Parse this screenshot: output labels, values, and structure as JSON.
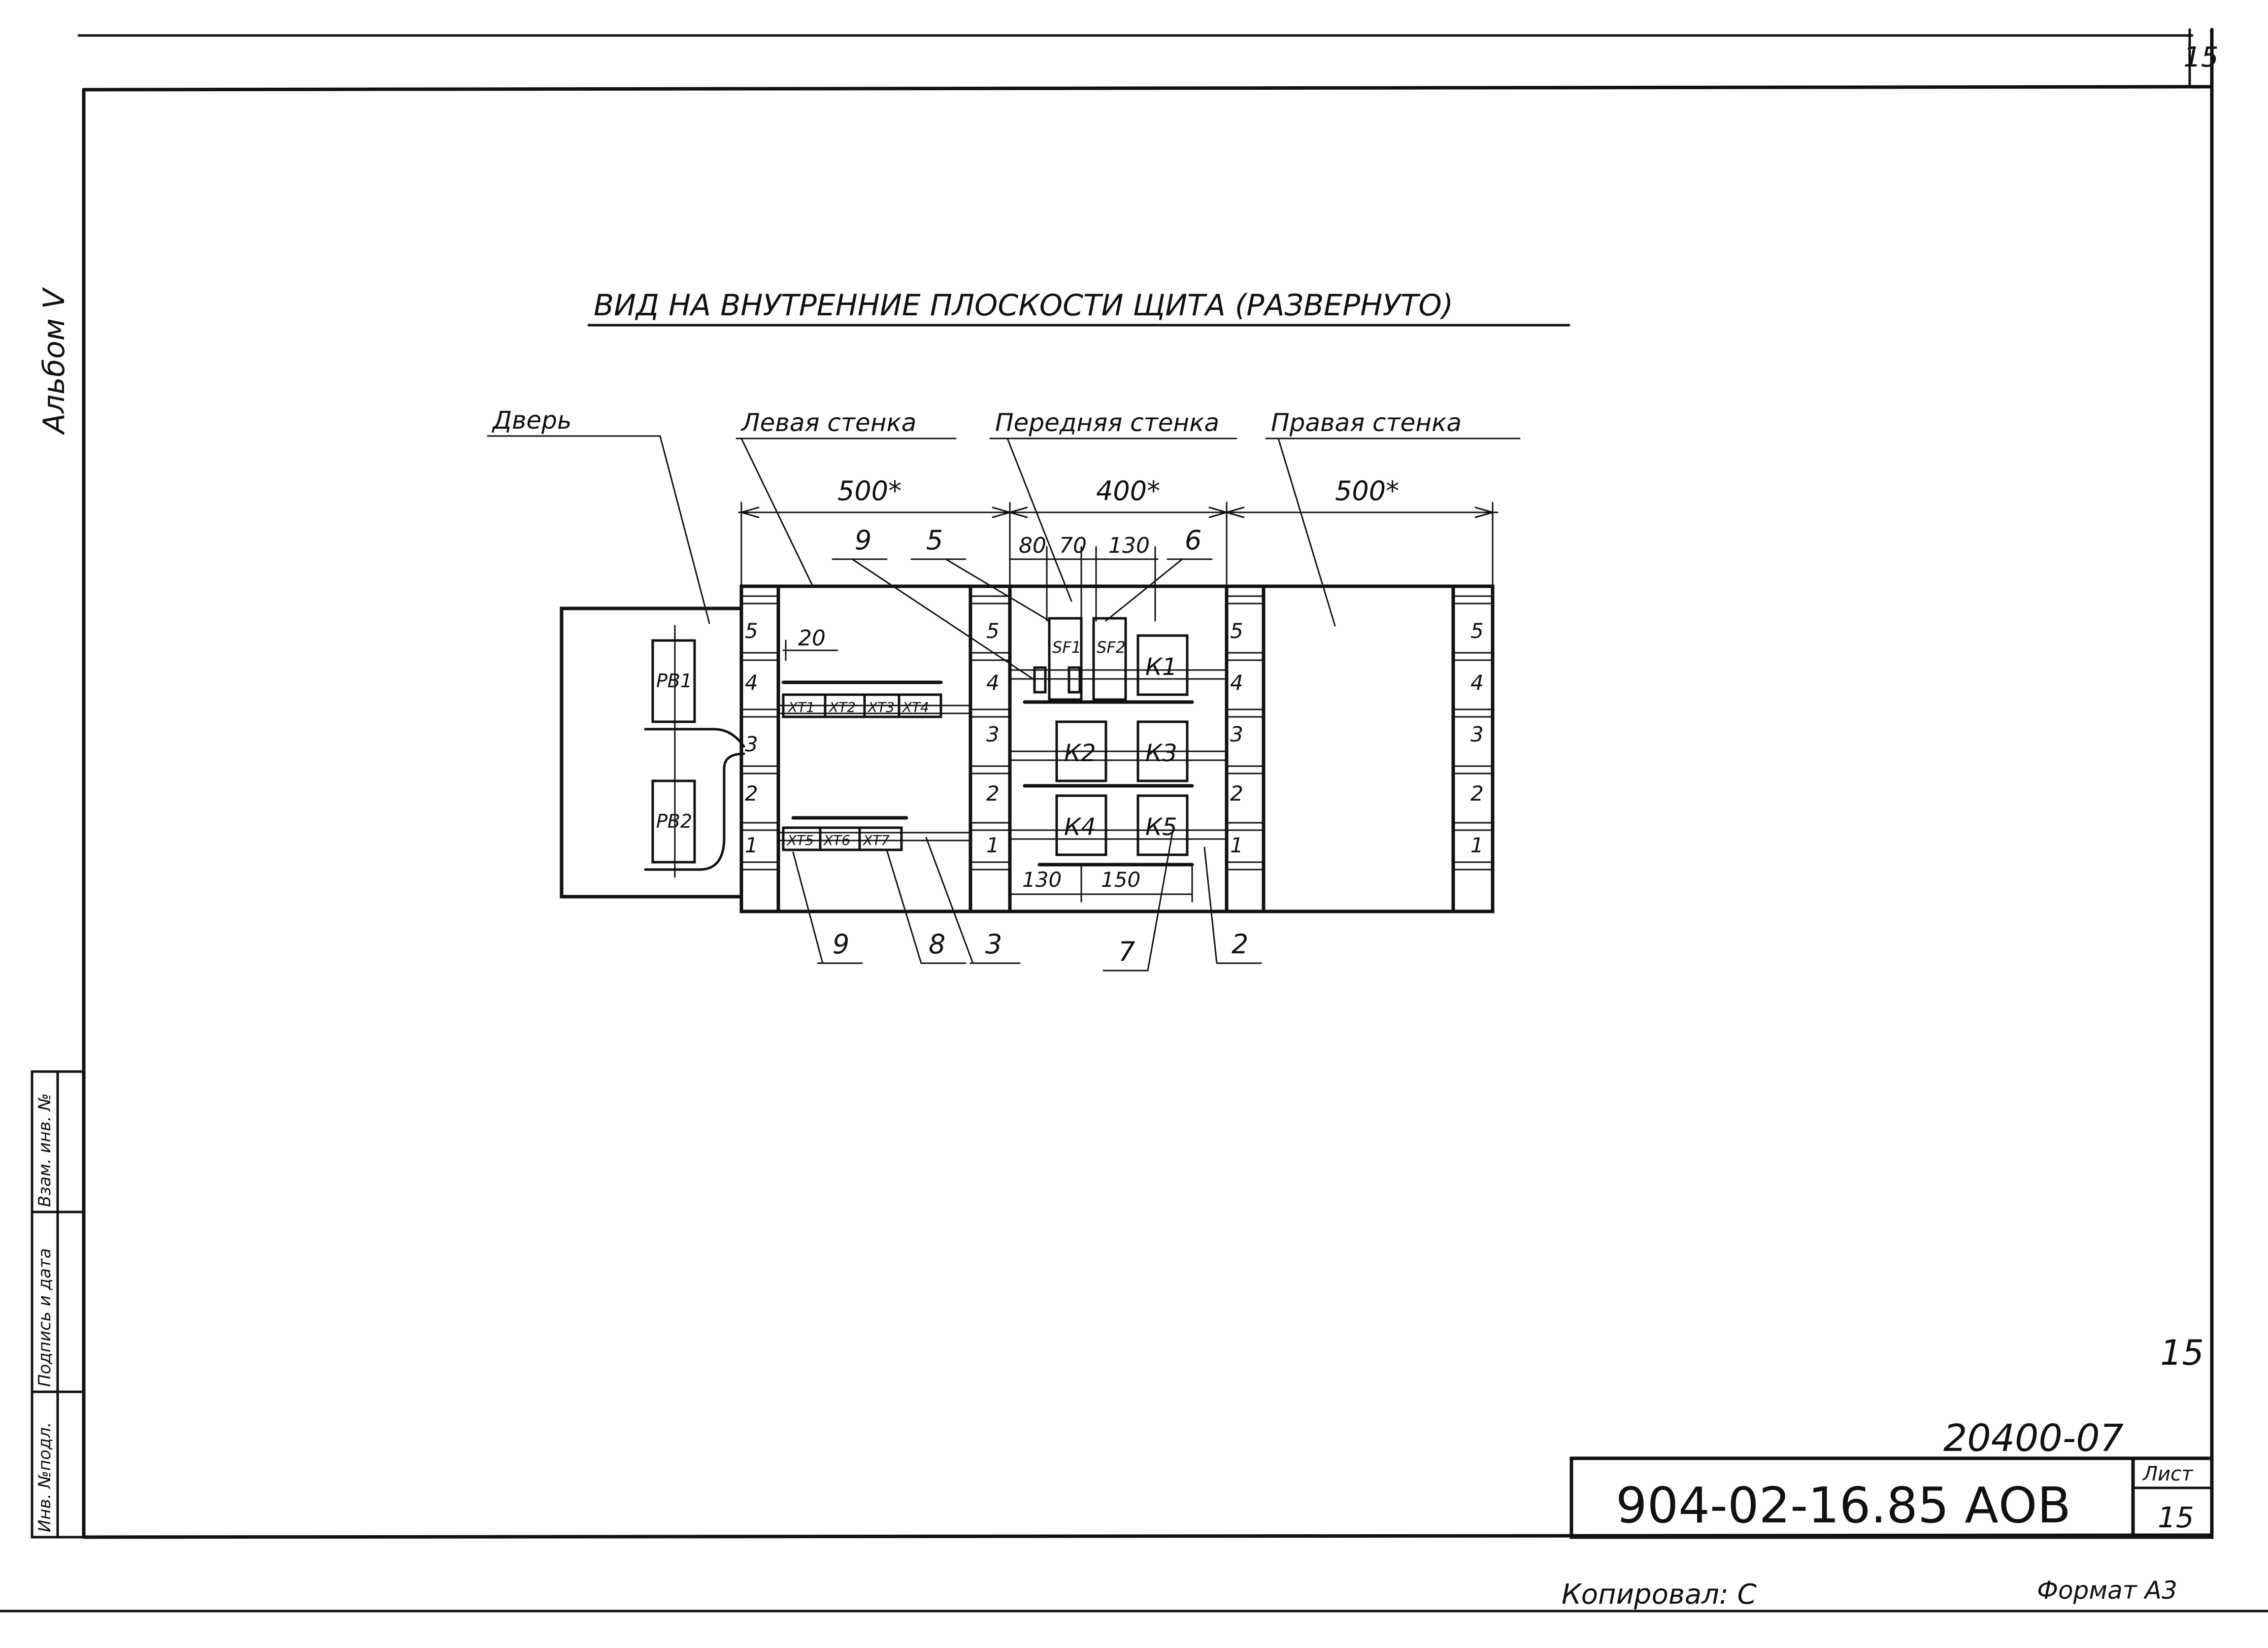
{
  "sheet": {
    "corner_sheet_no": "15",
    "album_label": "Альбом V",
    "side_stamp": [
      "Инв. №подл.",
      "Подпись и дата",
      "Взам. инв. №"
    ]
  },
  "drawing": {
    "title": "ВИД НА ВНУТРЕННИЕ ПЛОСКОСТИ ЩИТА (РАЗВЕРНУТО)",
    "sections": {
      "door": "Дверь",
      "left_wall": "Левая стенка",
      "front_wall": "Передняя стенка",
      "right_wall": "Правая стенка"
    },
    "dimensions": {
      "left_width": "500*",
      "front_width": "400*",
      "right_width": "500*",
      "d80": "80",
      "d70": "70",
      "d130_top": "130",
      "d20": "20",
      "d130_bottom": "130",
      "d150": "150"
    },
    "door_devices": [
      "РВ1",
      "РВ2"
    ],
    "front_devices": [
      "SF1",
      "SF2",
      "К1",
      "К2",
      "К3",
      "К4",
      "К5"
    ],
    "terminals_top": [
      "ХТ1",
      "ХТ2",
      "ХТ3",
      "ХТ4"
    ],
    "terminals_bottom": [
      "ХТ5",
      "ХТ6",
      "ХТ7"
    ],
    "level_marks": [
      "5",
      "4",
      "3",
      "2",
      "1"
    ],
    "callouts_top": [
      "9",
      "5",
      "6"
    ],
    "callouts_bottom": [
      "9",
      "8",
      "3",
      "7",
      "2"
    ]
  },
  "titleblock": {
    "page_number": "15",
    "order_number": "20400-07",
    "designation": "904-02-16.85 АОВ",
    "sheet_label": "Лист",
    "sheet_number": "15",
    "copied_by": "Копировал: С",
    "format": "Формат А3"
  }
}
